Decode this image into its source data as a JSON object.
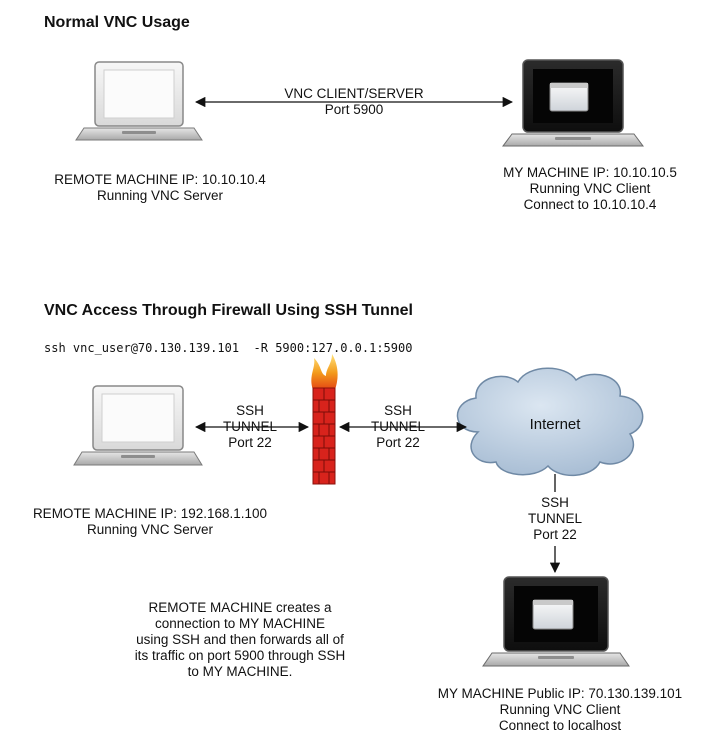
{
  "section1": {
    "heading": "Normal VNC Usage",
    "link_label": [
      "VNC CLIENT/SERVER",
      "Port 5900"
    ],
    "remote_caption": [
      "REMOTE MACHINE IP: 10.10.10.4",
      "Running VNC Server"
    ],
    "my_caption": [
      "MY MACHINE IP: 10.10.10.5",
      "Running VNC Client",
      "Connect to 10.10.10.4"
    ]
  },
  "section2": {
    "heading": "VNC Access Through Firewall Using SSH Tunnel",
    "command": "ssh vnc_user@70.130.139.101  -R 5900:127.0.0.1:5900",
    "tunnel_left": [
      "SSH",
      "TUNNEL",
      "Port 22"
    ],
    "tunnel_right": [
      "SSH",
      "TUNNEL",
      "Port 22"
    ],
    "tunnel_down": [
      "SSH",
      "TUNNEL",
      "Port 22"
    ],
    "internet_label": "Internet",
    "remote_caption": [
      "REMOTE MACHINE IP: 192.168.1.100",
      "Running VNC Server"
    ],
    "explanation": [
      "REMOTE MACHINE creates a",
      "connection to MY MACHINE",
      "using SSH and then forwards all of",
      "its traffic on port 5900 through SSH",
      "to MY MACHINE."
    ],
    "my_caption": [
      "MY MACHINE Public IP: 70.130.139.101",
      "Running VNC Client",
      "Connect to localhost"
    ]
  },
  "colors": {
    "cloud_fill": "#b4c7dc",
    "firewall_red": "#d8231c",
    "laptop_dark": "#1a1a1a",
    "laptop_light": "#f3f3f3"
  }
}
